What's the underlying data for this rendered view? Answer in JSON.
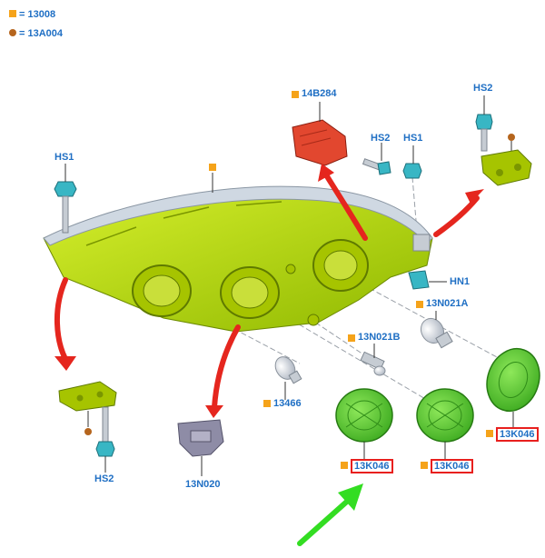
{
  "legend": [
    {
      "marker": "square",
      "color": "#f5a31a",
      "text": "= 13008"
    },
    {
      "marker": "circle",
      "color": "#b5651d",
      "text": "= 13A004"
    }
  ],
  "labels": {
    "hs1_left": "HS1",
    "hs2_bottom_left": "HS2",
    "n13n020": "13N020",
    "n13466": "13466",
    "n13n021b": "13N021B",
    "n13n021a": "13N021A",
    "n14b284": "14B284",
    "hs2_top_mid": "HS2",
    "hs1_mid": "HS1",
    "hs2_top_right": "HS2",
    "hn1": "HN1",
    "k046_bottom_left": "13K046",
    "k046_bottom_mid": "13K046",
    "k046_right": "13K046"
  },
  "colors": {
    "label_blue": "#1f6fc4",
    "housing_green": "#b8e010",
    "cap_green": "#5ccf2a",
    "red_arrow": "#e5261e",
    "green_arrow": "#33dd22",
    "motor_red": "#e2472f",
    "highlight_box": "#e8201e"
  }
}
